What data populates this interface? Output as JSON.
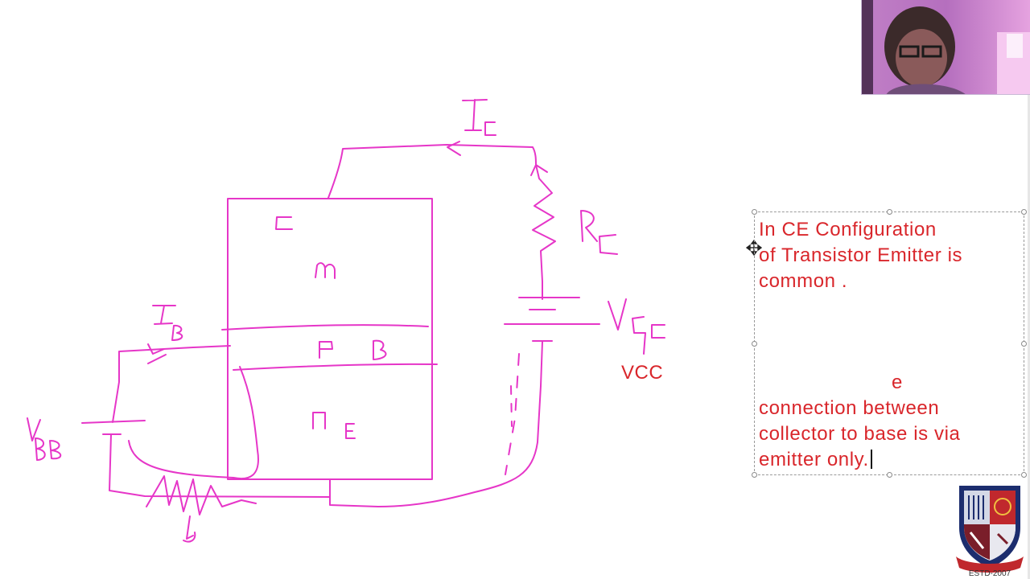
{
  "diagram": {
    "labels": {
      "collector_current": "Ic",
      "collector_resistor": "Rc",
      "base_current": "IB",
      "base_supply": "VBB",
      "collector_supply": "VCC",
      "collector_region": "C",
      "collector_type": "n",
      "base_region_type": "P",
      "base_region": "B",
      "emitter_type": "n",
      "emitter_region": "E"
    },
    "ink_color": "#e636c8"
  },
  "vcc_text": "VCC",
  "textbox": {
    "lines": [
      "In CE Configuration",
      "of Transistor Emitter is",
      "common .",
      "e",
      "connection between",
      "collector to base is via",
      "emitter only."
    ],
    "text_color": "#d9262b"
  },
  "logo": {
    "caption": "ESTD-2007"
  },
  "icons": {
    "move_cursor": "move-cursor-icon",
    "webcam": "webcam-feed"
  }
}
